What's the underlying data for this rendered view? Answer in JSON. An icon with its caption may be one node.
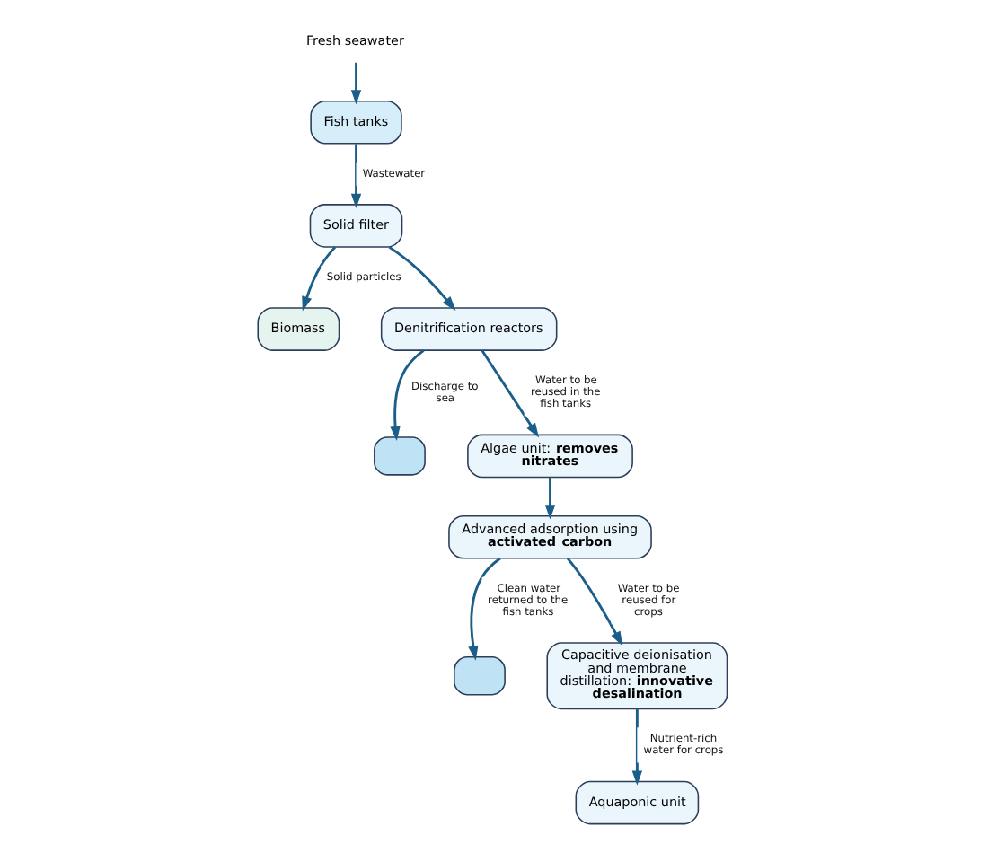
{
  "diagram": {
    "nodes": [
      {
        "text": [
          "Fresh seawater"
        ]
      },
      {
        "text": [
          "Fish tanks"
        ]
      },
      {
        "text": [
          "Solid filter"
        ]
      },
      {
        "text": [
          "Biomass"
        ]
      },
      {
        "text": [
          "Denitrification reactors"
        ]
      },
      {
        "text": [],
        "shape": "box"
      },
      {
        "text": [
          "Algae unit: **removes nitrates**"
        ]
      },
      {
        "text": [
          "Advanced adsorption using **activated carbon**"
        ]
      },
      {
        "text": [],
        "shape": "box"
      },
      {
        "text": [
          "Capacitive deionisation and membrane distillation: **innovative desalination**"
        ]
      },
      {
        "text": [
          "Aquaponic unit"
        ]
      }
    ],
    "edges": [
      {
        "from": 0,
        "to": 1,
        "arrow": "to"
      },
      {
        "from": 1,
        "to": 2,
        "arrow": "to",
        "label": "Wastewater"
      },
      {
        "from": 2,
        "to": 3,
        "arrow": "to",
        "label": "Solid particles"
      },
      {
        "from": 2,
        "to": 4,
        "arrow": "to"
      },
      {
        "from": 4,
        "to": 5,
        "arrow": "to",
        "label": "Discharge to sea"
      },
      {
        "from": 4,
        "to": 6,
        "arrow": "to",
        "label": "Water to be reused in the fish tanks"
      },
      {
        "from": 6,
        "to": 7,
        "arrow": "to"
      },
      {
        "from": 7,
        "to": 8,
        "arrow": "to",
        "label": "Clean water returned to the fish tanks"
      },
      {
        "from": 7,
        "to": 9,
        "arrow": "to",
        "label": "Water to be reused for crops"
      },
      {
        "from": 9,
        "to": 10,
        "arrow": "to",
        "label": "Nutrient-rich water for crops"
      }
    ]
  }
}
